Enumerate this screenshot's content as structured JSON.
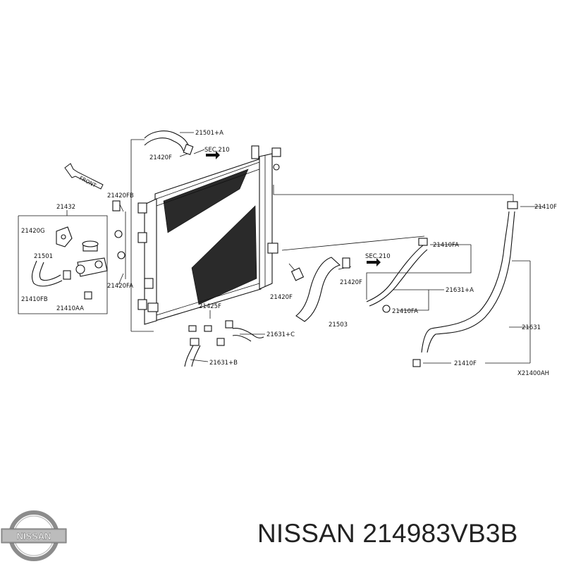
{
  "diagram": {
    "labels": {
      "l_21501a": "21501+A",
      "l_21420f_top": "21420F",
      "l_sec210_top": "SEC.210",
      "l_front": "FRONT",
      "l_21420fb": "21420FB",
      "l_21432": "21432",
      "l_21420g": "21420G",
      "l_21501": "21501",
      "l_21410fb": "21410FB",
      "l_21410aa": "21410AA",
      "l_21420fa": "21420FA",
      "l_21425f": "21425F",
      "l_21631c": "21631+C",
      "l_21631b": "21631+B",
      "l_21420f_mid": "21420F",
      "l_21503": "21503",
      "l_sec210_mid": "SEC.210",
      "l_21420f_right": "21420F",
      "l_21410fa_top": "21410FA",
      "l_21631a": "21631+A",
      "l_21410fa_bot": "21410FA",
      "l_21410f_top": "21410F",
      "l_21631": "21631",
      "l_21410f_bot": "21410F",
      "l_code": "X21400AH"
    }
  },
  "logo": {
    "text": "NISSAN",
    "color": "#8c8c8c"
  },
  "caption": {
    "text": "NISSAN 214983VB3B"
  }
}
